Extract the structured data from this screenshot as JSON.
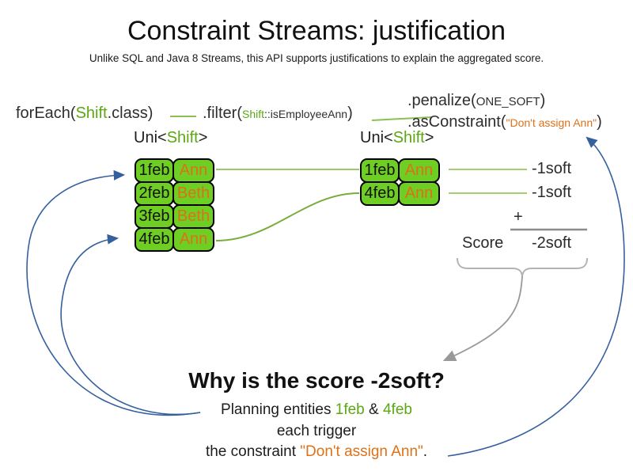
{
  "header": {
    "title": "Constraint Streams: justification",
    "subtitle": "Unlike SQL and Java 8 Streams, this API supports justifications to explain the aggregated score."
  },
  "code": {
    "foreach": {
      "pre": "forEach(",
      "cls": "Shift",
      "post": ".class)"
    },
    "filter": {
      "pre": ".filter(",
      "arg_cls": "Shift",
      "arg_rest": "::isEmployeeAnn",
      "post": ")"
    },
    "penalize": {
      "pre": ".penalize(",
      "arg": "ONE_SOFT",
      "post": ")"
    },
    "as_constraint": {
      "pre": ".asConstraint(",
      "arg": "\"Don't assign Ann\"",
      "post": ")"
    }
  },
  "type_labels": {
    "left": {
      "pre": "Uni<",
      "cls": "Shift",
      "post": ">"
    },
    "right": {
      "pre": "Uni<",
      "cls": "Shift",
      "post": ">"
    }
  },
  "left_table": {
    "rows": [
      {
        "date": "1feb",
        "name": "Ann"
      },
      {
        "date": "2feb",
        "name": "Beth"
      },
      {
        "date": "3feb",
        "name": "Beth"
      },
      {
        "date": "4feb",
        "name": "Ann"
      }
    ]
  },
  "right_table": {
    "rows": [
      {
        "date": "1feb",
        "name": "Ann"
      },
      {
        "date": "4feb",
        "name": "Ann"
      }
    ]
  },
  "score_panel": {
    "match1": "-1soft",
    "match2": "-1soft",
    "plus": "+",
    "score_label": "Score",
    "total": "-2soft"
  },
  "why": {
    "heading": "Why is the score -2soft?",
    "line1": {
      "pre": "Planning entities ",
      "entity1": "1feb",
      "amp": " & ",
      "entity2": "4feb"
    },
    "line2": "each trigger",
    "line3": {
      "pre": "the constraint ",
      "constraint": "\"Don't assign Ann\"",
      "post": "."
    }
  },
  "colors": {
    "green_text": "#5ba813",
    "green_fill": "#6fce23",
    "orange_text": "#dd7118",
    "blue_arrow": "#35609e",
    "gray_arrow": "#999999"
  }
}
